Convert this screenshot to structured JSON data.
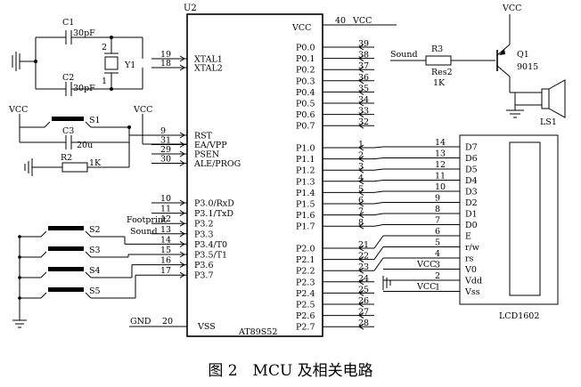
{
  "figure_caption": "图 2　MCU 及相关电路",
  "mcu": {
    "ref": "U2",
    "part": "AT89S52",
    "vcc_label": "VCC",
    "gnd_label": "GND",
    "vss_label": "VSS",
    "pin40": "40",
    "pin20": "20",
    "port0_pins": [
      {
        "num": "39",
        "name": "P0.0"
      },
      {
        "num": "38",
        "name": "P0.1"
      },
      {
        "num": "37",
        "name": "P0.2"
      },
      {
        "num": "36",
        "name": "P0.3"
      },
      {
        "num": "35",
        "name": "P0.4"
      },
      {
        "num": "34",
        "name": "P0.5"
      },
      {
        "num": "33",
        "name": "P0.6"
      },
      {
        "num": "32",
        "name": "P0.7"
      }
    ],
    "port1_pins": [
      {
        "num": "1",
        "name": "P1.0"
      },
      {
        "num": "2",
        "name": "P1.1"
      },
      {
        "num": "3",
        "name": "P1.2"
      },
      {
        "num": "4",
        "name": "P1.3"
      },
      {
        "num": "5",
        "name": "P1.4"
      },
      {
        "num": "6",
        "name": "P1.5"
      },
      {
        "num": "7",
        "name": "P1.6"
      },
      {
        "num": "8",
        "name": "P1.7"
      }
    ],
    "port2_pins": [
      {
        "num": "21",
        "name": "P2.0"
      },
      {
        "num": "22",
        "name": "P2.1"
      },
      {
        "num": "23",
        "name": "P2.2"
      },
      {
        "num": "24",
        "name": "P2.3"
      },
      {
        "num": "25",
        "name": "P2.4"
      },
      {
        "num": "26",
        "name": "P2.5"
      },
      {
        "num": "27",
        "name": "P2.6"
      },
      {
        "num": "28",
        "name": "P2.7"
      }
    ],
    "left_top_pins": [
      {
        "num": "19",
        "name": "XTAL1"
      },
      {
        "num": "18",
        "name": "XTAL2"
      }
    ],
    "left_mid_pins": [
      {
        "num": "9",
        "name": "RST"
      },
      {
        "num": "31",
        "name": "EA/VPP"
      },
      {
        "num": "29",
        "name": "PSEN"
      },
      {
        "num": "30",
        "name": "ALE/PROG"
      }
    ],
    "port3_pins": [
      {
        "num": "10",
        "name": "P3.0/RxD"
      },
      {
        "num": "11",
        "name": "P3.1/TxD"
      },
      {
        "num": "12",
        "name": "P3.2"
      },
      {
        "num": "13",
        "name": "P3.3"
      },
      {
        "num": "14",
        "name": "P3.4/T0"
      },
      {
        "num": "15",
        "name": "P3.5/T1"
      },
      {
        "num": "16",
        "name": "P3.6"
      },
      {
        "num": "17",
        "name": "P3.7"
      }
    ]
  },
  "crystal": {
    "c1_ref": "C1",
    "c1_val": "30pF",
    "c2_ref": "C2",
    "c2_val": "30pF",
    "y_ref": "Y1",
    "pin2": "2",
    "pin1": "1"
  },
  "reset": {
    "vcc1": "VCC",
    "vcc2": "VCC",
    "s1": "S1",
    "c3_ref": "C3",
    "c3_val": "20u",
    "r2_ref": "R2",
    "r2_val": "1K"
  },
  "net_labels": {
    "footprint": "Footprint",
    "sound_in": "Sound",
    "sound_out": "Sound"
  },
  "switches": [
    "S2",
    "S3",
    "S4",
    "S5"
  ],
  "buzzer": {
    "vcc": "VCC",
    "r3_ref": "R3",
    "r3_type": "Res2",
    "r3_val": "1K",
    "q1_ref": "Q1",
    "q1_type": "9015",
    "ls_ref": "LS1"
  },
  "lcd": {
    "ref": "LCD1602",
    "pins": [
      {
        "num": "14",
        "name": "D7"
      },
      {
        "num": "13",
        "name": "D6"
      },
      {
        "num": "12",
        "name": "D5"
      },
      {
        "num": "11",
        "name": "D4"
      },
      {
        "num": "10",
        "name": "D3"
      },
      {
        "num": "9",
        "name": "D2"
      },
      {
        "num": "8",
        "name": "D1"
      },
      {
        "num": "7",
        "name": "D0"
      },
      {
        "num": "6",
        "name": "E"
      },
      {
        "num": "5",
        "name": "r/w"
      },
      {
        "num": "4",
        "name": "rs"
      },
      {
        "num": "3",
        "name": "V0"
      },
      {
        "num": "2",
        "name": "Vdd"
      },
      {
        "num": "1",
        "name": "Vss"
      }
    ],
    "vcc_v0": "VCC",
    "vcc_vss": "VCC"
  }
}
